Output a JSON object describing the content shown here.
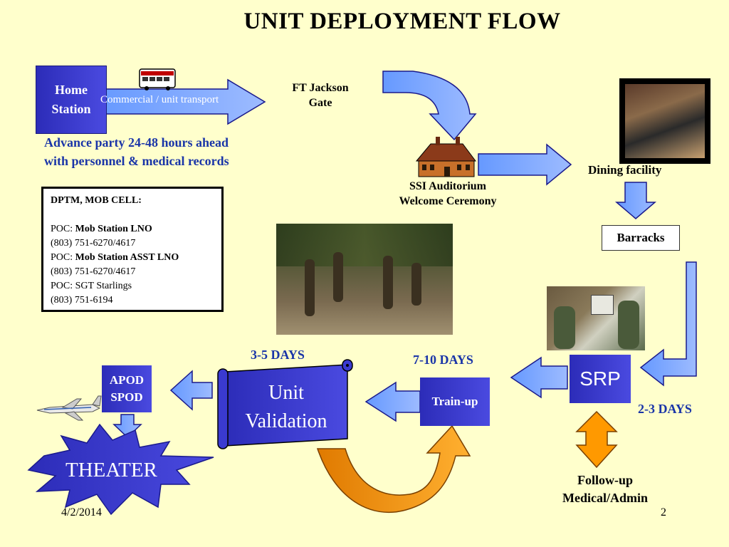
{
  "title": "UNIT DEPLOYMENT FLOW",
  "home_station": {
    "line1": "Home",
    "line2": "Station"
  },
  "transport_label": "Commercial / unit transport",
  "advance_party": {
    "line1": "Advance party 24-48 hours ahead",
    "line2": "with personnel & medical records"
  },
  "gate": {
    "line1": "FT Jackson",
    "line2": "Gate"
  },
  "auditorium": {
    "line1": "SSI Auditorium",
    "line2": "Welcome Ceremony"
  },
  "dining": "Dining facility",
  "barracks": "Barracks",
  "dptm": {
    "header": "DPTM,  MOB CELL:",
    "poc_prefix": "POC: ",
    "poc1_name": "Mob Station LNO",
    "poc1_phone": "(803) 751-6270/4617",
    "poc2_name": "Mob Station ASST LNO",
    "poc2_phone": "(803) 751-6270/4617",
    "poc3": "POC: SGT Starlings",
    "poc3_phone": "(803) 751-6194"
  },
  "srp": "SRP",
  "srp_days": "2-3 DAYS",
  "trainup": "Train-up",
  "trainup_days": "7-10 DAYS",
  "validation": {
    "line1": "Unit",
    "line2": "Validation"
  },
  "validation_days": "3-5 DAYS",
  "apod": {
    "line1": "APOD",
    "line2": "SPOD"
  },
  "theater": "THEATER",
  "followup": {
    "line1": "Follow-up",
    "line2": "Medical/Admin"
  },
  "date": "4/2/2014",
  "page_number": "2",
  "colors": {
    "background": "#FFFFCC",
    "box_blue": "#3A3AD0",
    "arrow_fill": "#6699FF",
    "arrow_stroke": "#1A1A8C",
    "text_blue": "#1A35A8",
    "orange": "#FF9900"
  }
}
